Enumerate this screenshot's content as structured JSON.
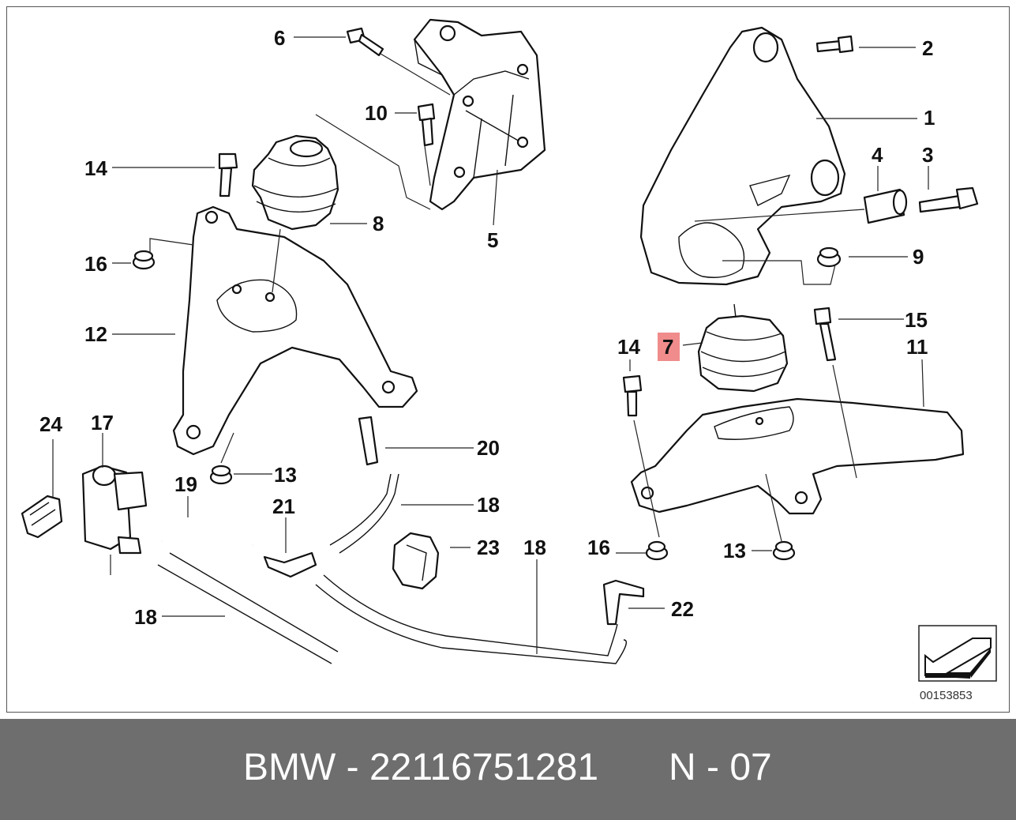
{
  "callouts": {
    "c1": "1",
    "c2": "2",
    "c3": "3",
    "c4": "4",
    "c5": "5",
    "c6": "6",
    "c7": "7",
    "c8": "8",
    "c9": "9",
    "c10": "10",
    "c11": "11",
    "c12": "12",
    "c13a": "13",
    "c13b": "13",
    "c14a": "14",
    "c14b": "14",
    "c15": "15",
    "c16a": "16",
    "c16b": "16",
    "c17": "17",
    "c18a": "18",
    "c18b": "18",
    "c18c": "18",
    "c19": "19",
    "c20": "20",
    "c21": "21",
    "c22": "22",
    "c23": "23",
    "c24": "24"
  },
  "highlight_color": "#f08c8c",
  "doc_id": "00153853",
  "footer": {
    "part_number": "BMW - 22116751281",
    "reference": "N - 07"
  }
}
